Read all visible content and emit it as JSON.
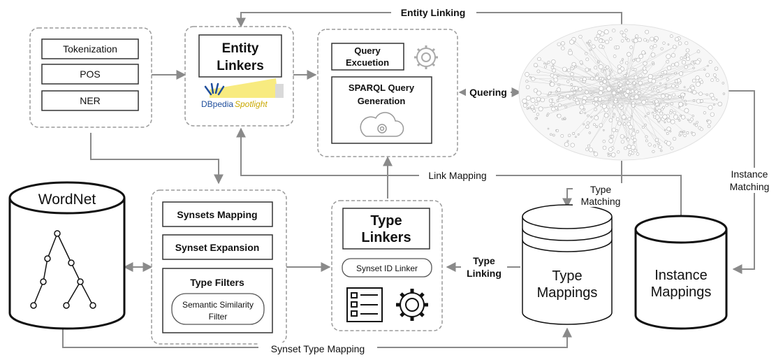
{
  "preprocessing": {
    "items": [
      "Tokenization",
      "POS",
      "NER"
    ]
  },
  "entity_linkers": {
    "title_line1": "Entity",
    "title_line2": "Linkers",
    "logo_text_a": "DBpedia",
    "logo_text_b": "Spotlight"
  },
  "query": {
    "execution_line1": "Query",
    "execution_line2": "Excuetion",
    "sparql_line1": "SPARQL Query",
    "sparql_line2": "Generation"
  },
  "synsets": {
    "mapping": "Synsets Mapping",
    "expansion": "Synset Expansion",
    "filters_title": "Type Filters",
    "filter_line1": "Semantic Similarity",
    "filter_line2": "Filter"
  },
  "type_linkers": {
    "title_line1": "Type",
    "title_line2": "Linkers",
    "synset_id": "Synset ID Linker"
  },
  "databases": {
    "wordnet": "WordNet",
    "type_mappings_line1": "Type",
    "type_mappings_line2": "Mappings",
    "instance_mappings_line1": "Instance",
    "instance_mappings_line2": "Mappings"
  },
  "edges": {
    "entity_linking": "Entity Linking",
    "quering": "Quering",
    "link_mapping": "Link Mapping",
    "type_matching_line1": "Type",
    "type_matching_line2": "Matching",
    "instance_matching_line1": "Instance",
    "instance_matching_line2": "Matching",
    "type_linking_line1": "Type",
    "type_linking_line2": "Linking",
    "synset_type_mapping": "Synset Type Mapping"
  },
  "colors": {
    "line": "#8a8a8a",
    "box_border": "#333333",
    "dashed": "#9a9a9a",
    "logo_blue": "#1f4e9c",
    "logo_yellow": "#f0d000"
  }
}
